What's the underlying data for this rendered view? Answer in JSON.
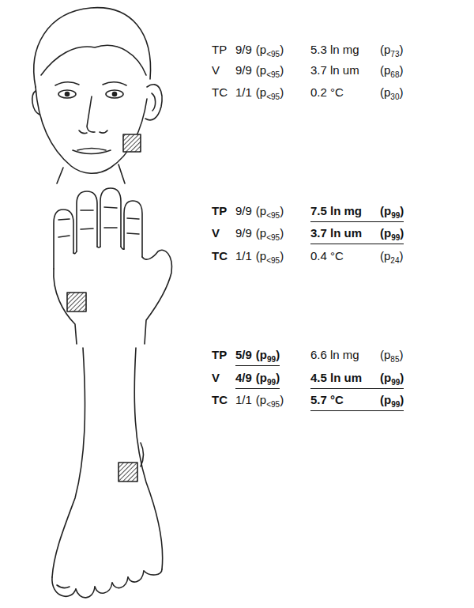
{
  "diagram": {
    "labels": [
      "TP",
      "9/9",
      "(p",
      "<95",
      ")",
      "5.3 ln mg",
      "(p",
      "73",
      ")",
      "V",
      "9/9",
      "(p",
      "<95",
      ")",
      "3.7 ln um",
      "(p",
      "68",
      ")",
      "TC",
      "1/1",
      "(p",
      "<95",
      ")",
      "0.2 °C",
      "(p",
      "30",
      ")",
      "TP",
      "9/9",
      "(p",
      "<95",
      ")",
      "7.5 ln mg",
      "(p",
      "99",
      ")",
      "V",
      "9/9",
      "(p",
      "<95",
      ")",
      "3.7 ln um",
      "(p",
      "99",
      ")",
      "TC",
      "1/1",
      "(p",
      "<95",
      ")",
      "0.4 °C",
      "(p",
      "24",
      ")",
      "TP",
      "5/9",
      "(p",
      "99",
      ")",
      "6.6 ln mg",
      "(p",
      "85",
      ")",
      "V",
      "4/9",
      "(p",
      "99",
      ")",
      "4.5 ln um",
      "(p",
      "99",
      ")",
      "TC",
      "1/1",
      "(p",
      "<95",
      ")",
      "5.7 °C",
      "(p",
      "99",
      ")"
    ]
  }
}
